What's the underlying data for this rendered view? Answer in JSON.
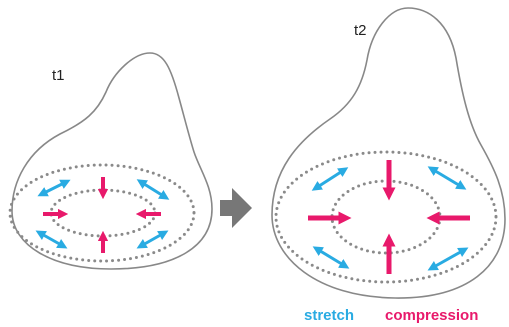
{
  "diagram": {
    "stage_1_label": "t1",
    "stage_2_label": "t2",
    "legend": {
      "stretch_label": "stretch",
      "compression_label": "compression"
    }
  },
  "colors": {
    "stretch": "#29abe2",
    "compression": "#e8196b",
    "outline": "#888888",
    "dots": "#8a8a8a",
    "transition_arrow": "#777777"
  },
  "icons": {
    "transition": "arrow-right-icon"
  }
}
